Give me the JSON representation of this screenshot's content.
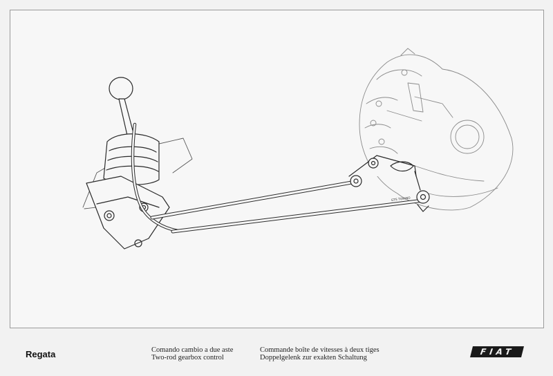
{
  "footer": {
    "model": "Regata",
    "captions": {
      "italian": "Comando cambio a due aste",
      "english": "Two-rod gearbox control",
      "french": "Commande boîte de vitesses à deux tiges",
      "german": "Doppelgelenk zur exakten Schaltung"
    },
    "brand_logo": "FIAT"
  },
  "drawing": {
    "stamp": "GTS TORINO"
  },
  "colors": {
    "ink": "#2a2a2a",
    "paper": "#f7f7f7",
    "frame": "#9a9a9a"
  }
}
